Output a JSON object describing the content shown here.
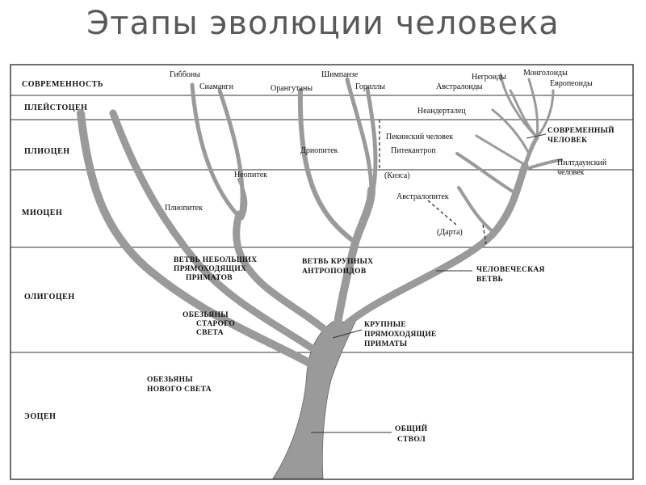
{
  "title": "Этапы эволюции человека",
  "eras": [
    "СОВРЕМЕННОСТЬ",
    "ПЛЕЙСТОЦЕН",
    "ПЛИОЦЕН",
    "МИОЦЕН",
    "ОЛИГОЦЕН",
    "ЭОЦЕН"
  ],
  "species": {
    "gibbons": "Гиббоны",
    "siamangs": "Сиаманги",
    "chimpanzee": "Шимпанзе",
    "orangutans": "Орангутаны",
    "gorillas": "Гориллы",
    "negroids": "Негроиды",
    "mongoloids": "Монголоиды",
    "australoids": "Австралоиды",
    "europeoids": "Европеоиды",
    "neanderthal": "Неандерталец",
    "peking_man": "Пекинский человек",
    "pithecanthropus": "Питекантроп",
    "piltdown": [
      "Пилтдаунский",
      "человек"
    ],
    "dryopithecus": "Дриопитек",
    "kisa": "(Кизса)",
    "neopithecus": "Неопитек",
    "australopithecus": "Австралопитек",
    "darta": "(Дарта)",
    "pliopithecus": "Плиопитек"
  },
  "branches": {
    "modern_man": [
      "СОВРЕМЕННЫЙ",
      "ЧЕЛОВЕК"
    ],
    "small_primates": [
      "ВЕТВЬ НЕБОЛЬШИХ",
      "ПРЯМОХОДЯЩИХ",
      "ПРИМАТОВ"
    ],
    "large_anthropoids": [
      "ВЕТВЬ КРУПНЫХ",
      "АНТРОПОИДОВ"
    ],
    "human_branch": [
      "ЧЕЛОВЕЧЕСКАЯ",
      "ВЕТВЬ"
    ],
    "old_world_monkeys": [
      "ОБЕЗЬЯНЫ",
      "СТАРОГО",
      "СВЕТА"
    ],
    "large_upright_primates": [
      "КРУПНЫЕ",
      "ПРЯМОХОДЯЩИЕ",
      "ПРИМАТЫ"
    ],
    "new_world_monkeys": [
      "ОБЕЗЬЯНЫ",
      "НОВОГО СВЕТА"
    ],
    "common_trunk": [
      "ОБЩИЙ",
      "СТВОЛ"
    ]
  }
}
